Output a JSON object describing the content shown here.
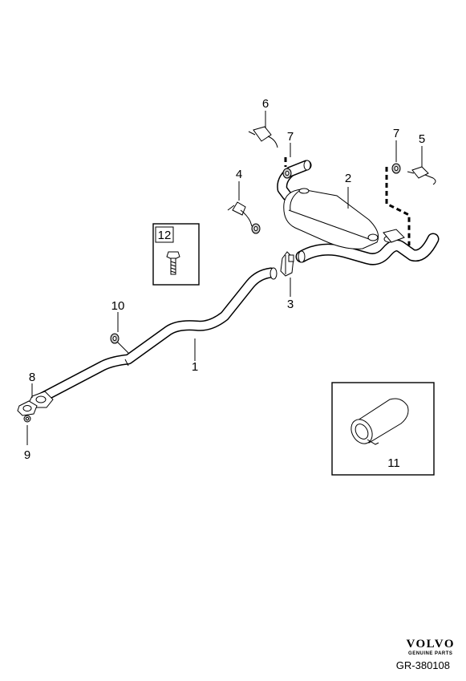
{
  "callouts": {
    "c1": "1",
    "c2": "2",
    "c3": "3",
    "c4": "4",
    "c5": "5",
    "c6": "6",
    "c7a": "7",
    "c7b": "7",
    "c8": "8",
    "c9": "9",
    "c10": "10",
    "c11": "11",
    "c12": "12"
  },
  "brand": {
    "logo": "VOLVO",
    "tagline": "GENUINE PARTS"
  },
  "reference": "GR-380108"
}
